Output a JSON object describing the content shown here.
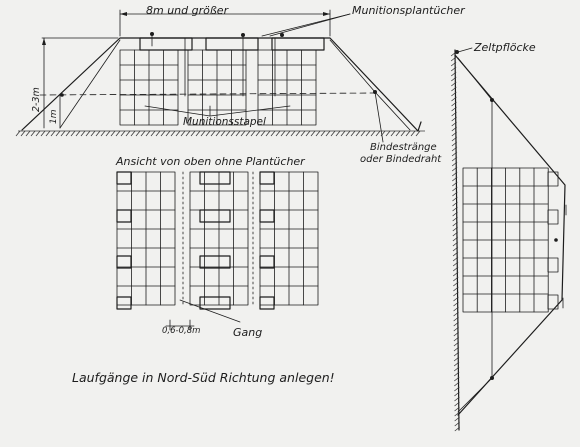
{
  "labels": {
    "width": "8m und größer",
    "tarps": "Munitionsplantücher",
    "height": "2-3m",
    "clearance": "1m",
    "stack": "Munitionsstapel",
    "ropes_1": "Bindestränge",
    "ropes_2": "oder Bindedraht",
    "top_view": "Ansicht von oben ohne Plantücher",
    "spacing": "0,6-0,8m",
    "aisle": "Gang",
    "pegs": "Zeltpflöcke",
    "instruction": "Laufgänge in Nord-Süd Richtung anlegen!"
  }
}
